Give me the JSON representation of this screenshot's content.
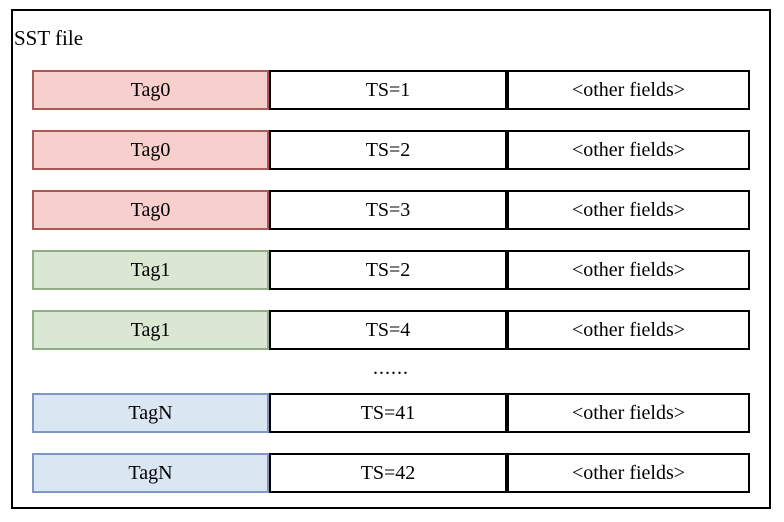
{
  "title": "SST file",
  "ellipsis": "......",
  "colors": {
    "outline": "#000000",
    "cell_background": "#ffffff",
    "groups": {
      "tag0": {
        "fill": "#f7d0cd",
        "border": "#a85a56"
      },
      "tag1": {
        "fill": "#d9e7d3",
        "border": "#90ad85"
      },
      "tagN": {
        "fill": "#dbe6f3",
        "border": "#7c97c4"
      }
    }
  },
  "rows": [
    {
      "tag": "Tag0",
      "ts": "TS=1",
      "other": "<other fields>",
      "color_group": "tag0"
    },
    {
      "tag": "Tag0",
      "ts": "TS=2",
      "other": "<other fields>",
      "color_group": "tag0"
    },
    {
      "tag": "Tag0",
      "ts": "TS=3",
      "other": "<other fields>",
      "color_group": "tag0"
    },
    {
      "tag": "Tag1",
      "ts": "TS=2",
      "other": "<other fields>",
      "color_group": "tag1"
    },
    {
      "tag": "Tag1",
      "ts": "TS=4",
      "other": "<other fields>",
      "color_group": "tag1"
    },
    {
      "tag": "TagN",
      "ts": "TS=41",
      "other": "<other fields>",
      "color_group": "tagN"
    },
    {
      "tag": "TagN",
      "ts": "TS=42",
      "other": "<other fields>",
      "color_group": "tagN"
    }
  ],
  "ellipsis_position": {
    "after_row_index": 4
  }
}
